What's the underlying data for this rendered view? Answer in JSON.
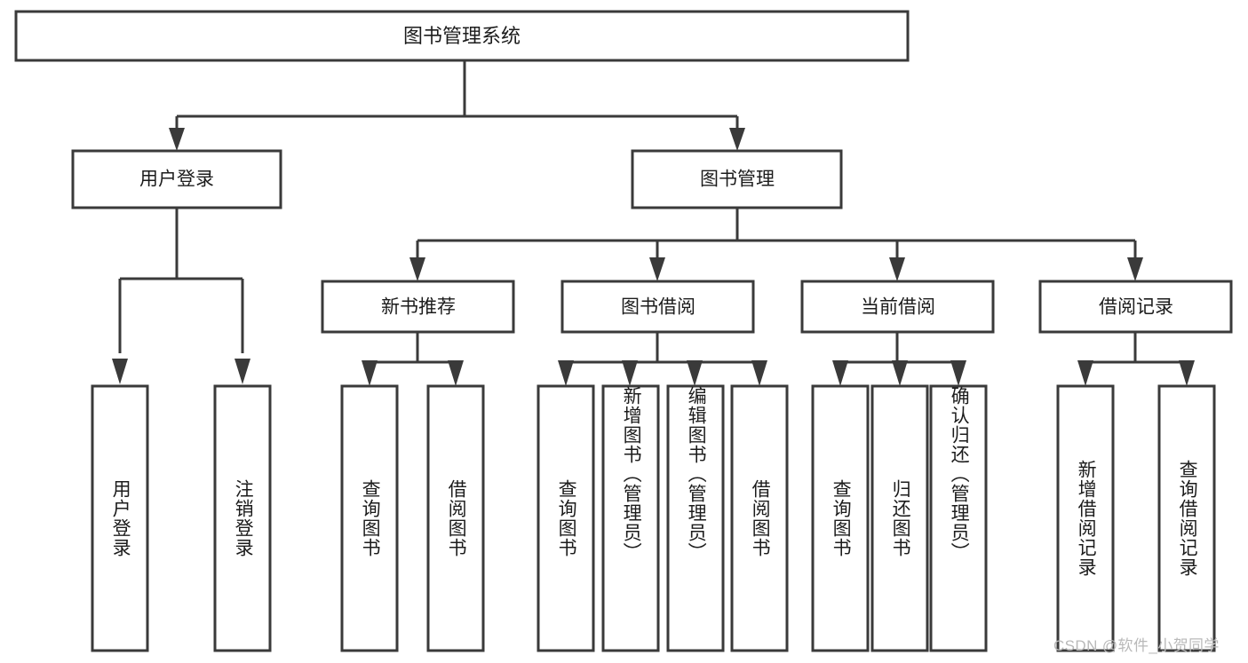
{
  "diagram": {
    "type": "tree-hierarchy",
    "title": "图书管理系统",
    "watermark": "CSDN @软件_小贺同学",
    "colors": {
      "box_stroke": "#3a3a3a",
      "box_fill": "#ffffff",
      "connector": "#3a3a3a",
      "text": "#1c1c1c",
      "watermark": "#b9b9b9",
      "background": "#ffffff"
    },
    "root": {
      "label": "图书管理系统",
      "orientation": "horizontal"
    },
    "level2": [
      {
        "label": "用户登录",
        "orientation": "horizontal"
      },
      {
        "label": "图书管理",
        "orientation": "horizontal"
      }
    ],
    "level3": [
      {
        "label": "新书推荐",
        "orientation": "horizontal",
        "parent": "图书管理"
      },
      {
        "label": "图书借阅",
        "orientation": "horizontal",
        "parent": "图书管理"
      },
      {
        "label": "当前借阅",
        "orientation": "horizontal",
        "parent": "图书管理"
      },
      {
        "label": "借阅记录",
        "orientation": "horizontal",
        "parent": "图书管理"
      }
    ],
    "leaves": {
      "user_login": [
        {
          "label": "用户登录",
          "orientation": "vertical"
        },
        {
          "label": "注销登录",
          "orientation": "vertical"
        }
      ],
      "new_book_recommend": [
        {
          "label": "查询图书",
          "orientation": "vertical"
        },
        {
          "label": "借阅图书",
          "orientation": "vertical"
        }
      ],
      "book_borrow": [
        {
          "label": "查询图书",
          "orientation": "vertical"
        },
        {
          "label": "新增图书（管理员）",
          "orientation": "vertical"
        },
        {
          "label": "编辑图书（管理员）",
          "orientation": "vertical"
        },
        {
          "label": "借阅图书",
          "orientation": "vertical"
        }
      ],
      "current_borrow": [
        {
          "label": "查询图书",
          "orientation": "vertical"
        },
        {
          "label": "归还图书",
          "orientation": "vertical"
        },
        {
          "label": "确认归还（管理员）",
          "orientation": "vertical"
        }
      ],
      "borrow_record": [
        {
          "label": "新增借阅记录",
          "orientation": "vertical"
        },
        {
          "label": "查询借阅记录",
          "orientation": "vertical"
        }
      ]
    }
  }
}
